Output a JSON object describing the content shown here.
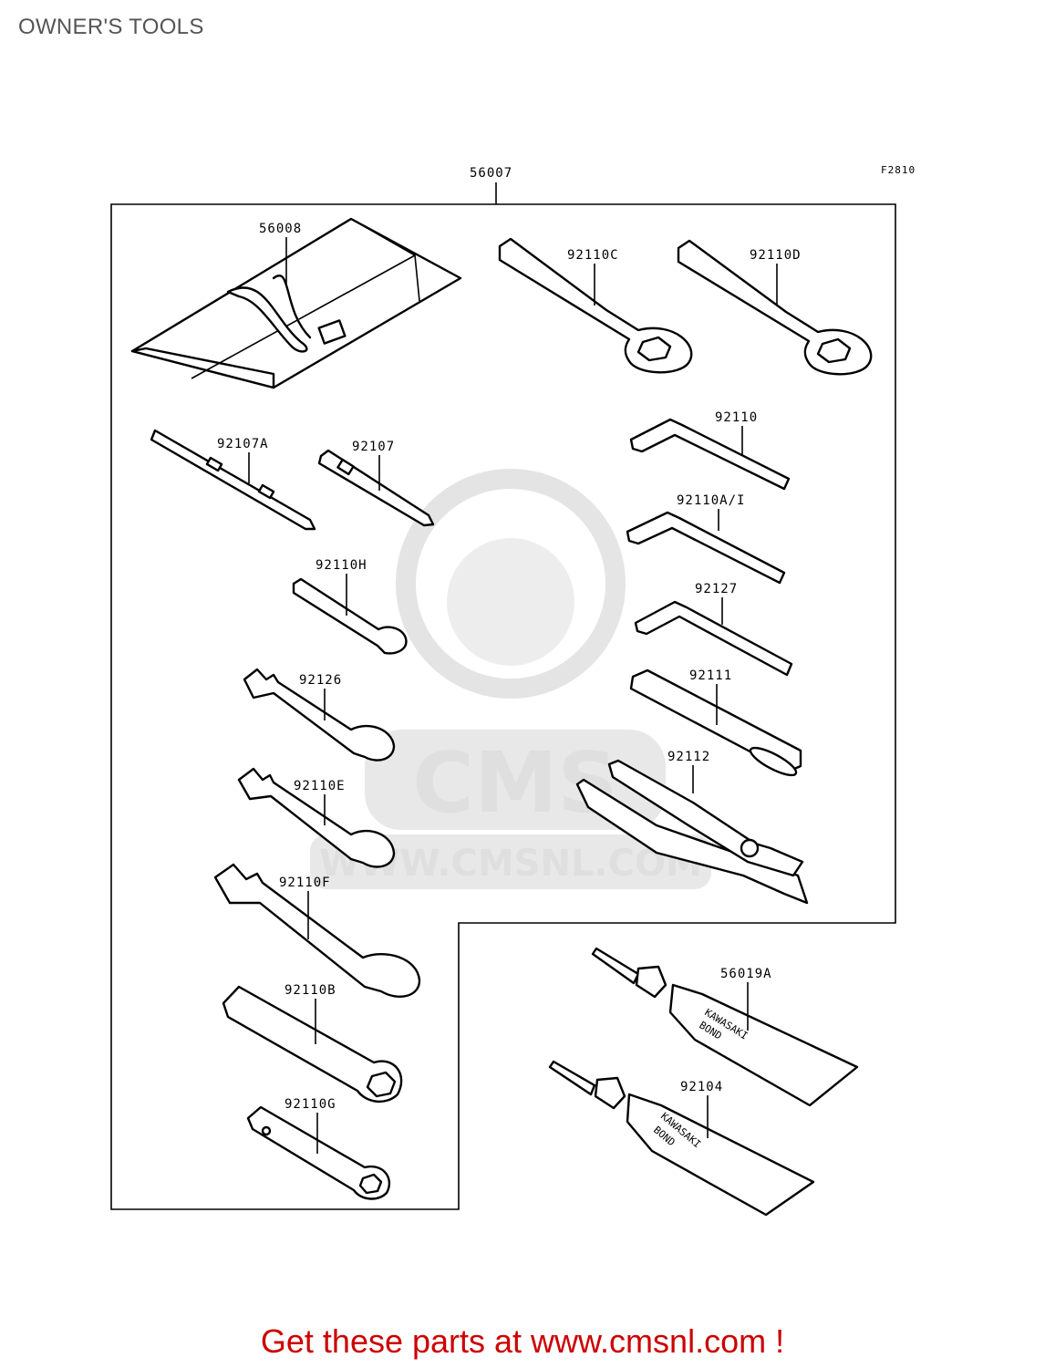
{
  "page": {
    "title": "OWNER'S TOOLS",
    "figure_code": "F2810",
    "footer": "Get these parts at www.cmsnl.com !"
  },
  "watermark": {
    "brand": "CMS",
    "url": "WWW.CMSNL.COM"
  },
  "parts": {
    "p56007": "56007",
    "p56008": "56008",
    "p92110C": "92110C",
    "p92110D": "92110D",
    "p92107A": "92107A",
    "p92107": "92107",
    "p92110": "92110",
    "p92110AI": "92110A/I",
    "p92110H": "92110H",
    "p92127": "92127",
    "p92126": "92126",
    "p92111": "92111",
    "p92112": "92112",
    "p92110E": "92110E",
    "p92110F": "92110F",
    "p56019A": "56019A",
    "p92110B": "92110B",
    "p92104": "92104",
    "p92110G": "92110G"
  },
  "tube_text": {
    "brand": "KAWASAKI",
    "product": "BOND"
  }
}
